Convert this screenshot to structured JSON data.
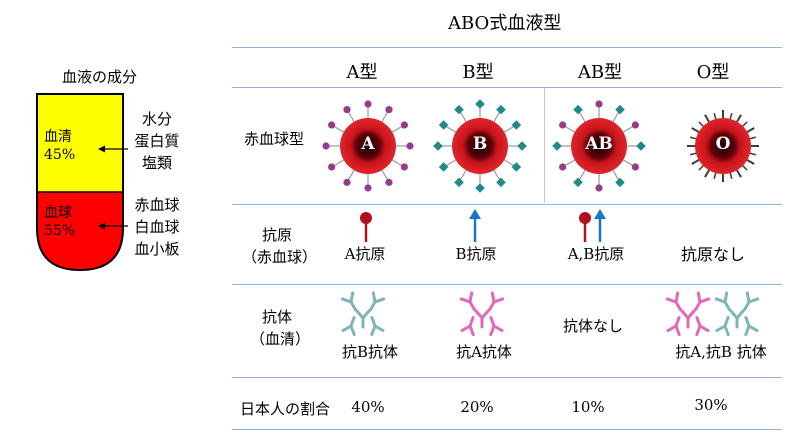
{
  "colors": {
    "serum_yellow": "#ffff00",
    "cells_red": "#ff0000",
    "rule_blue": "#8fb3d9",
    "cell_red": "#e0191f",
    "antigen_a": "#b00f1b",
    "antigen_b": "#1677c8",
    "antibody_pink": "#e06ab8",
    "antibody_teal": "#7fb5b5",
    "spike_purple": "#9a3a8c",
    "spike_teal": "#1f8a86"
  },
  "tube": {
    "title": "血液の成分",
    "serum_label": "血清",
    "serum_pct": "45%",
    "serum_contents": [
      "水分",
      "蛋白質",
      "塩類"
    ],
    "cells_label": "血球",
    "cells_pct": "55%",
    "cells_contents": [
      "赤血球",
      "白血球",
      "血小板"
    ]
  },
  "table": {
    "title": "ABO式血液型",
    "columns": [
      "A型",
      "B型",
      "AB型",
      "O型"
    ],
    "row_rbc": {
      "label": "赤血球型",
      "cell_letters": [
        "A",
        "B",
        "AB",
        "O"
      ]
    },
    "row_antigen": {
      "label_line1": "抗原",
      "label_line2": "（赤血球）",
      "values": [
        "A抗原",
        "B抗原",
        "A,B抗原",
        "抗原なし"
      ]
    },
    "row_antibody": {
      "label_line1": "抗体",
      "label_line2": "（血清）",
      "values": [
        "抗B抗体",
        "抗A抗体",
        "抗体なし",
        "抗A,抗B 抗体"
      ]
    },
    "row_ratio": {
      "label": "日本人の割合",
      "values": [
        "40%",
        "20%",
        "10%",
        "30%"
      ]
    }
  }
}
